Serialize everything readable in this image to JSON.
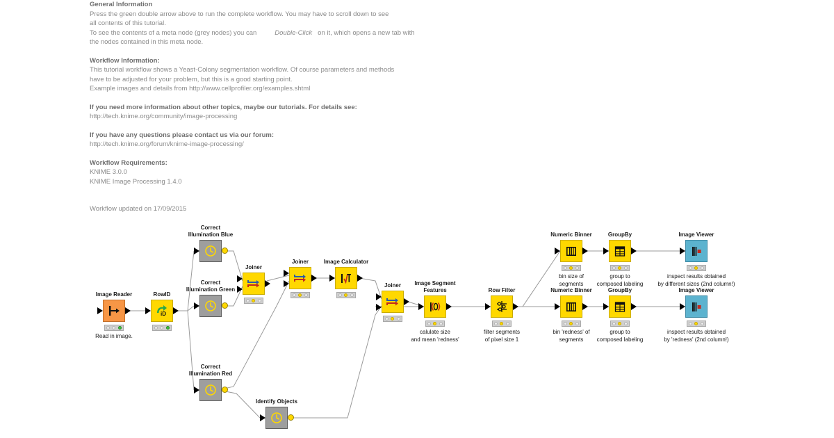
{
  "notes": {
    "section1": {
      "heading": "General Information",
      "lines": [
        "Press the green double arrow above to run the complete workflow. You may have to scroll down to see",
        "all contents of this tutorial."
      ],
      "meta_line_a": "To see the contents of a meta node (grey nodes) you can",
      "meta_line_b": "Double-Click",
      "meta_line_c": "on it, which opens a new tab with",
      "meta_line_d": "the nodes contained in this meta node."
    },
    "section2": {
      "heading": "Workflow Information:",
      "lines": [
        "This tutorial workflow shows a Yeast-Colony segmentation workflow. Of course parameters and methods",
        "have to be adjusted for your problem, but this is a good starting point.",
        "Example images and details from http://www.cellprofiler.org/examples.shtml"
      ]
    },
    "section3": {
      "heading": "If you need more information about other topics, maybe our tutorials. For details see:",
      "lines": [
        "http://tech.knime.org/community/image-processing"
      ]
    },
    "section4": {
      "heading": "If you have any questions please contact us via our forum:",
      "lines": [
        "http://tech.knime.org/forum/knime-image-processing/"
      ]
    },
    "section5": {
      "heading": "Workflow Requirements:",
      "lines": [
        "KNIME 3.0.0",
        "KNIME Image Processing 1.4.0"
      ]
    },
    "section6": {
      "lines": [
        "Workflow updated on 17/09/2015"
      ]
    }
  },
  "colors": {
    "node_yellow": "#ffd800",
    "node_orange": "#f79646",
    "node_blue": "#5cb3cf",
    "meta_grey": "#9e9e9e",
    "led_green": "#3ec23e",
    "led_yellow": "#ffd800",
    "edge": "#9b9b9b",
    "text": "#1a1a1a",
    "note_text": "#8a8a8a",
    "note_heading": "#6e6e6e"
  },
  "nodes": {
    "image_reader": {
      "title": "Image Reader",
      "desc": "Read in image.",
      "icon": "image-reader-icon"
    },
    "rowid": {
      "title": "RowID",
      "desc": "",
      "icon": "rowid-icon"
    },
    "ci_blue": {
      "title_l1": "Correct",
      "title_l2": "Illumination Blue",
      "desc": "",
      "icon": "meta-node-icon"
    },
    "ci_green": {
      "title_l1": "Correct",
      "title_l2": "Illumination Green",
      "desc": "",
      "icon": "meta-node-icon"
    },
    "ci_red": {
      "title_l1": "Correct",
      "title_l2": "Illumination Red",
      "desc": "",
      "icon": "meta-node-icon"
    },
    "identify_objects": {
      "title": "Identify Objects",
      "desc": "",
      "icon": "meta-node-icon"
    },
    "joiner1": {
      "title": "Joiner",
      "desc": "",
      "icon": "joiner-icon"
    },
    "joiner2": {
      "title": "Joiner",
      "desc": "",
      "icon": "joiner-icon"
    },
    "joiner3": {
      "title": "Joiner",
      "desc": "",
      "icon": "joiner-icon"
    },
    "image_calculator": {
      "title": "Image Calculator",
      "desc": "",
      "icon": "image-calculator-icon"
    },
    "image_segment_features": {
      "title_l1": "Image Segment",
      "title_l2": "Features",
      "desc_l1": "calulate size",
      "desc_l2": "and mean 'redness'",
      "icon": "image-segment-features-icon"
    },
    "row_filter": {
      "title": "Row Filter",
      "desc_l1": "filter segments",
      "desc_l2": "of pixel size 1",
      "icon": "row-filter-icon"
    },
    "binner_size": {
      "title": "Numeric Binner",
      "desc_l1": "bin size of",
      "desc_l2": "segments",
      "icon": "numeric-binner-icon"
    },
    "binner_redness": {
      "title": "Numeric Binner",
      "desc_l1": "bin 'redness' of",
      "desc_l2": "segments",
      "icon": "numeric-binner-icon"
    },
    "groupby_size": {
      "title": "GroupBy",
      "desc_l1": "group to",
      "desc_l2": "composed labeling",
      "icon": "groupby-icon"
    },
    "groupby_redness": {
      "title": "GroupBy",
      "desc_l1": "group to",
      "desc_l2": "composed labeling",
      "icon": "groupby-icon"
    },
    "viewer_size": {
      "title": "Image Viewer",
      "desc_l1": "inspect results obtained",
      "desc_l2": "by different sizes (2nd column!)",
      "icon": "image-viewer-icon"
    },
    "viewer_redness": {
      "title": "Image Viewer",
      "desc_l1": "inspect results obtained",
      "desc_l2": "by 'redness' (2nd column!)",
      "icon": "image-viewer-icon"
    }
  }
}
